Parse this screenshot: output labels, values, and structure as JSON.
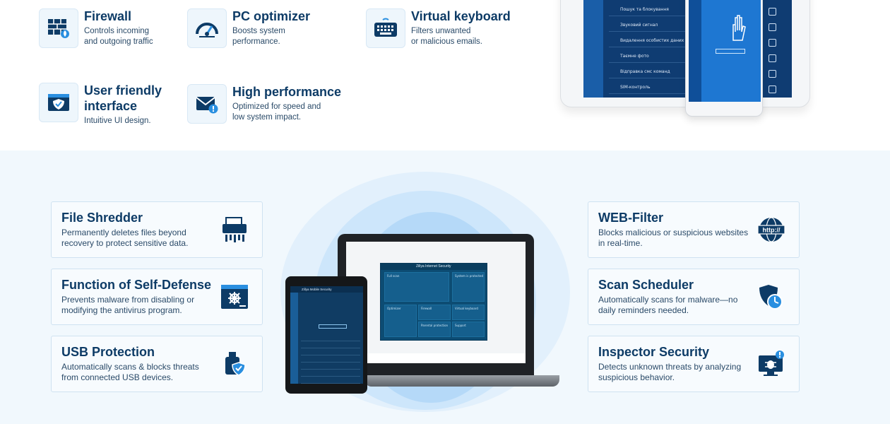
{
  "top_features": [
    {
      "title": "Firewall",
      "desc_l1": "Controls incoming",
      "desc_l2": "and outgoing traffic",
      "icon": "firewall-icon"
    },
    {
      "title": "PC optimizer",
      "desc_l1": "Boosts system",
      "desc_l2": "performance.",
      "icon": "speedometer-icon"
    },
    {
      "title": "Virtual keyboard",
      "desc_l1": "Filters unwanted",
      "desc_l2": "or malicious emails.",
      "icon": "keyboard-icon"
    },
    {
      "title_l1": "User friendly",
      "title_l2": "interface",
      "desc_l1": "Intuitive UI design.",
      "icon": "shield-window-icon"
    },
    {
      "title": "High performance",
      "desc_l1": "Optimized for speed and",
      "desc_l2": "low system impact.",
      "icon": "mail-alert-icon"
    }
  ],
  "hero_tablet_rows": [
    "Пошук та блокування",
    "Звуковий сигнал",
    "Видалення особистих даних",
    "Таємне фото",
    "Відправка смс команд",
    "SIM-контроль"
  ],
  "left_cards": [
    {
      "title": "File Shredder",
      "desc": "Permanently deletes files beyond recovery to protect sensitive data.",
      "icon": "shredder-icon"
    },
    {
      "title": "Function of Self-Defense",
      "desc": "Prevents malware from disabling or modifying the antivirus program.",
      "icon": "bug-window-icon"
    },
    {
      "title": "USB Protection",
      "desc": "Automatically scans & blocks threats from connected USB devices.",
      "icon": "usb-shield-icon"
    }
  ],
  "right_cards": [
    {
      "title": "WEB-Filter",
      "desc": "Blocks malicious or suspicious websites in real-time.",
      "icon": "http-globe-icon"
    },
    {
      "title": "Scan Scheduler",
      "desc": "Automatically scans for malware—no daily reminders needed.",
      "icon": "clock-shield-icon"
    },
    {
      "title": "Inspector Security",
      "desc": "Detects unknown threats by analyzing suspicious behavior.",
      "icon": "monitor-bug-icon"
    }
  ],
  "laptop_app": {
    "title": "Zillya Internet Security",
    "tiles": [
      "Full scan",
      "System is protected",
      "Optimizer",
      "Firewall",
      "Virtual keyboard",
      "Parental protection",
      "Support"
    ]
  },
  "small_tablet": {
    "title": "Zillya Mobile Security"
  },
  "colors": {
    "navy": "#0d3b66",
    "accent": "#1e77d2",
    "bg_light": "#f1f8fd"
  }
}
